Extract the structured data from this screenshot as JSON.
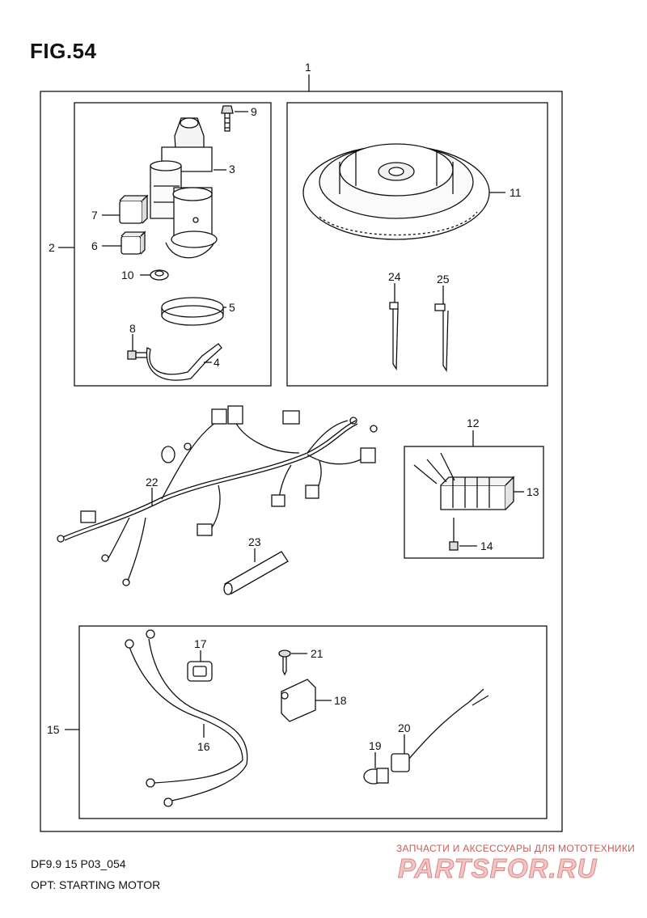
{
  "figure_title": "FIG.54",
  "model_code": "DF9.9 15 P03_054",
  "caption": "OPT: STARTING MOTOR",
  "watermark": {
    "subtitle": "ЗАПЧАСТИ И АКСЕССУАРЫ ДЛЯ МОТОТЕХНИКИ",
    "logo": "PARTSFOR.RU"
  },
  "callouts": {
    "1": "1",
    "2": "2",
    "3": "3",
    "4": "4",
    "5": "5",
    "6": "6",
    "7": "7",
    "8": "8",
    "9": "9",
    "10": "10",
    "11": "11",
    "12": "12",
    "13": "13",
    "14": "14",
    "15": "15",
    "16": "16",
    "17": "17",
    "18": "18",
    "19": "19",
    "20": "20",
    "21": "21",
    "22": "22",
    "23": "23",
    "24": "24",
    "25": "25"
  }
}
